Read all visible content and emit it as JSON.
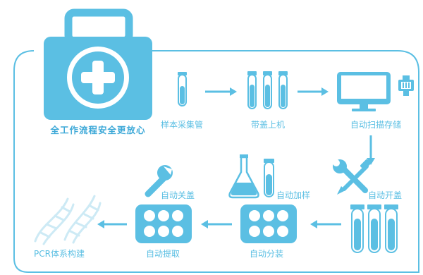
{
  "headline": "全工作流程安全更放心",
  "steps": {
    "sample_collection": "样本采集管",
    "capped_loading": "带盖上机",
    "auto_scan_store": "自动扫描存储",
    "auto_uncap": "自动开盖",
    "auto_add_sample": "自动加样",
    "auto_cap": "自动关盖",
    "auto_dispense": "自动分装",
    "auto_extract": "自动提取",
    "pcr_build": "PCR体系构建"
  },
  "colors": {
    "primary": "#5bbfe3",
    "dark": "#3ea9d8",
    "light": "#cdeaf5",
    "white": "#ffffff"
  },
  "icons": [
    "medical-kit-icon",
    "sample-tube-icon",
    "tube-group-icon",
    "monitor-icon",
    "barcode-scanner-icon",
    "wrench-screwdriver-icon",
    "flask-icon",
    "tube-icon",
    "wrench-icon",
    "well-plate-icon",
    "dna-helix-icon",
    "arrow-icon"
  ]
}
